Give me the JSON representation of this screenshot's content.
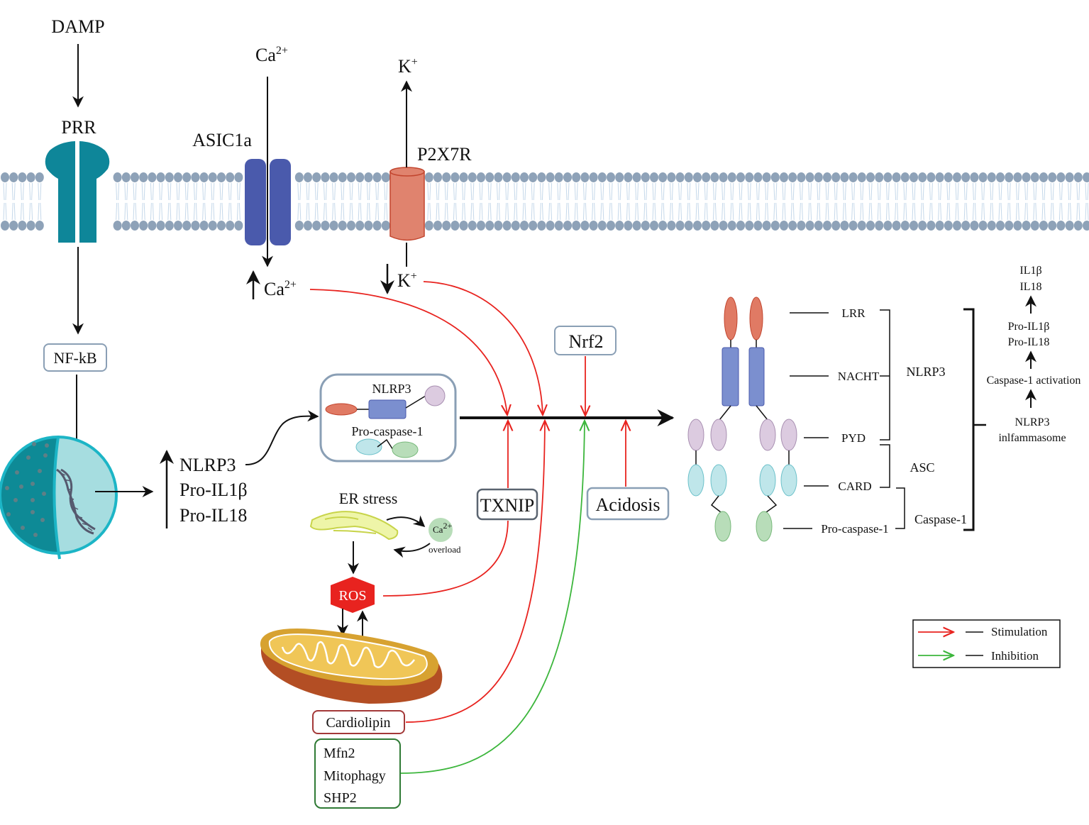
{
  "stimuli": {
    "damp": "DAMP",
    "prr": "PRR",
    "asic1a": "ASIC1a",
    "p2x7r": "P2X7R",
    "ca_out": "Ca",
    "ca_out_sup": "2+",
    "k_out": "K",
    "k_out_sup": "+",
    "ca_in": "Ca",
    "ca_in_sup": "2+",
    "k_in": "K",
    "k_in_sup": "+"
  },
  "nucleus_path": {
    "nfkb": "NF-kB",
    "products": [
      "NLRP3",
      "Pro-IL1β",
      "Pro-IL18"
    ]
  },
  "inactive_complex": {
    "nlrp3": "NLRP3",
    "procaspase": "Pro-caspase-1"
  },
  "regulators": {
    "nrf2": "Nrf2",
    "txnip": "TXNIP",
    "acidosis": "Acidosis",
    "er_stress": "ER stress",
    "ca_overload_ion": "Ca",
    "ca_overload_sup": "2+",
    "overload": "overload",
    "ros": "ROS",
    "cardiolipin": "Cardiolipin",
    "inhibitors": [
      "Mfn2",
      "Mitophagy",
      "SHP2"
    ]
  },
  "inflammasome": {
    "domains": [
      "LRR",
      "NACHT",
      "PYD",
      "CARD",
      "Pro-caspase-1"
    ],
    "groups": [
      "NLRP3",
      "ASC",
      "Caspase-1"
    ]
  },
  "cascade": {
    "steps": [
      "IL1β",
      "IL18",
      "Pro-IL1β",
      "Pro-IL18",
      "Caspase-1 activation",
      "NLRP3",
      "inlfammasome"
    ]
  },
  "legend": {
    "items": [
      {
        "label": "Stimulation",
        "color": "#e8231f"
      },
      {
        "label": "Inhibition",
        "color": "#3cb63c"
      }
    ]
  },
  "colors": {
    "stimulation": "#e8231f",
    "inhibition": "#3cb63c",
    "prr": "#0e8699",
    "asic": "#4a5aac",
    "p2x7r": "#e0836e",
    "lipid_head": "#8ea2b8",
    "box_border": "#8a9fb5",
    "lrr": "#e07a64",
    "nacht": "#7b8fcf",
    "pyd": "#dccbe0",
    "card": "#bfe6ea",
    "caspase": "#b8ddb9"
  }
}
